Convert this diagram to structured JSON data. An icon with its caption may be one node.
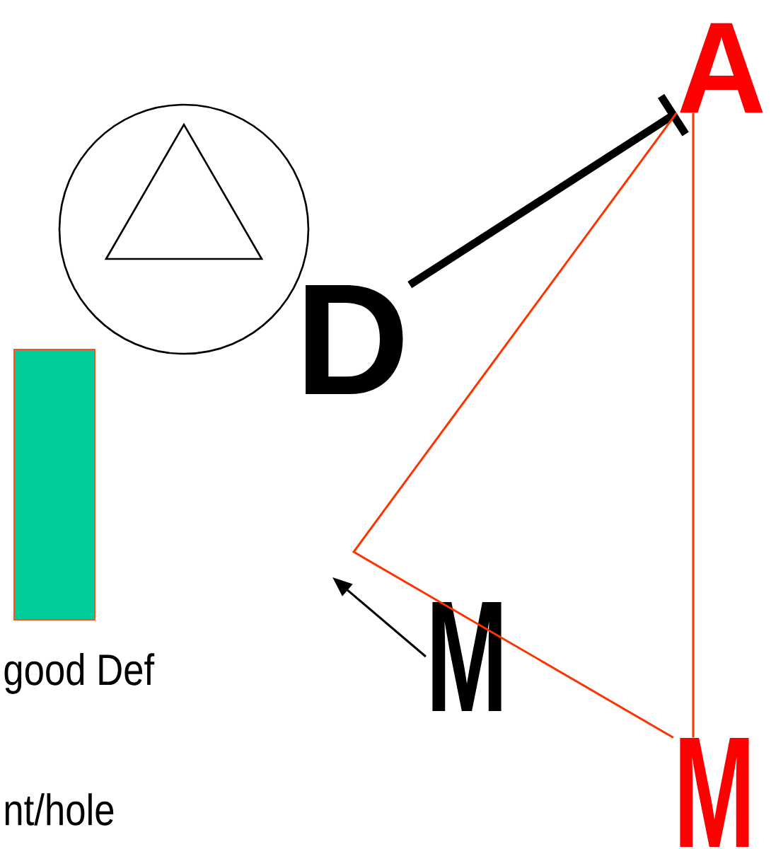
{
  "diagram": {
    "nodes": [
      {
        "text": [],
        "shape": "circle"
      },
      {
        "text": [],
        "shape": "bar"
      },
      {
        "text": [
          "D"
        ]
      },
      {
        "text": [
          "A"
        ]
      },
      {
        "text": [
          "M"
        ]
      },
      {
        "text": [
          "M"
        ]
      }
    ],
    "edges": [
      {
        "from": 2,
        "to": 3,
        "arrow": "other",
        "style": "thick",
        "color": "#000000"
      },
      {
        "from": 3,
        "to": 5,
        "arrow": "none",
        "color": "#ff3300"
      },
      {
        "from": 3,
        "to": 5,
        "arrow": "none",
        "color": "#ff3300"
      },
      {
        "from": 4,
        "to": null,
        "arrow": "to",
        "color": "#000000"
      }
    ],
    "labels": [
      "good Def",
      "nt/hole"
    ]
  }
}
